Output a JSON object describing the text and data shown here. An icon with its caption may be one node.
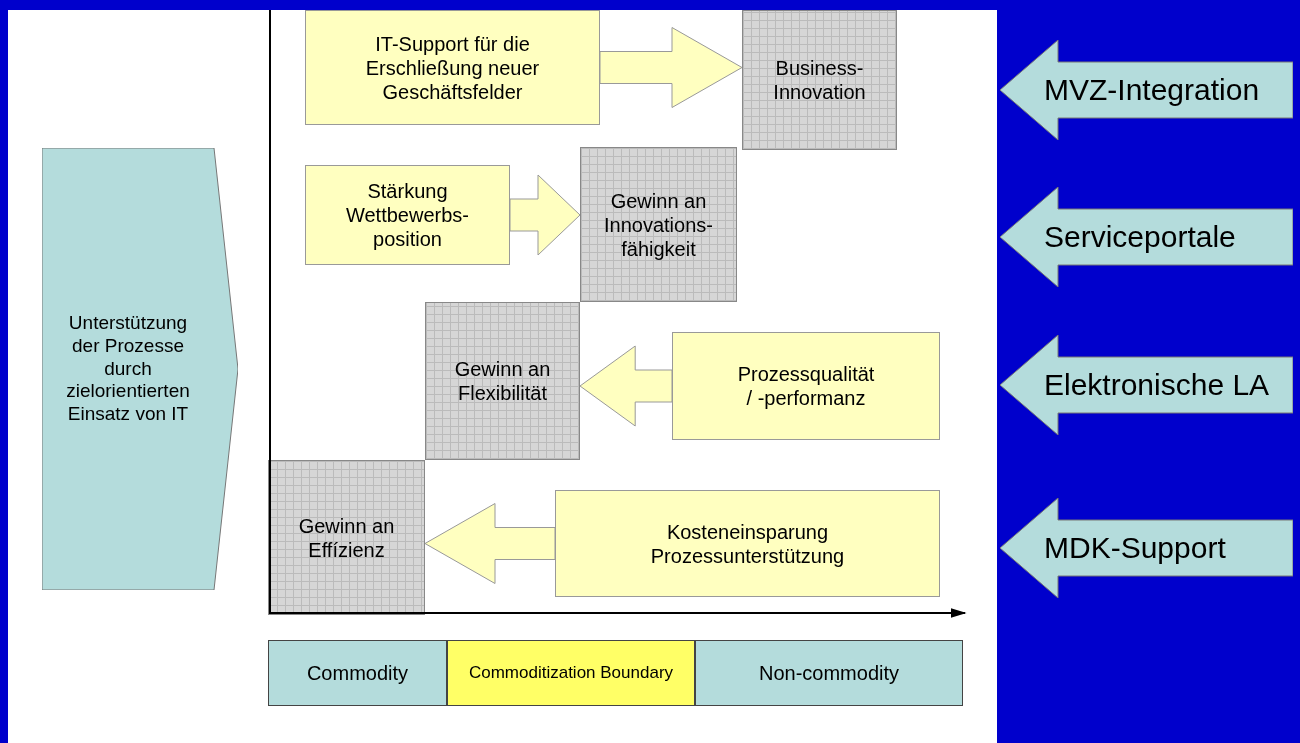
{
  "diagram": {
    "nodes": [
      {
        "text": [
          "Unterstützung der Prozesse durch zielorientierten Einsatz von IT"
        ]
      },
      {
        "text": [
          "IT-Support für die Erschließung neuer Geschäftsfelder"
        ]
      },
      {
        "text": [
          "Business- Innovation"
        ]
      },
      {
        "text": [
          "Stärkung Wettbewerbs- position"
        ]
      },
      {
        "text": [
          "Gewinn an Innovations- fähigkeit"
        ]
      },
      {
        "text": [
          "Gewinn an Flexibilität"
        ]
      },
      {
        "text": [
          "Prozessqualität / -performanz"
        ]
      },
      {
        "text": [
          "Gewinn an Effízienz"
        ]
      },
      {
        "text": [
          "Kosteneinsparung Prozessunterstützung"
        ]
      },
      {
        "text": [
          "Commodity"
        ]
      },
      {
        "text": [
          "Commoditization Boundary"
        ]
      },
      {
        "text": [
          "Non-commodity"
        ]
      },
      {
        "text": [
          "MVZ-Integration"
        ]
      },
      {
        "text": [
          "Serviceportale"
        ]
      },
      {
        "text": [
          "Elektronische LA"
        ]
      },
      {
        "text": [
          "MDK-Support"
        ]
      }
    ],
    "edges": [
      {
        "from": 1,
        "to": 2,
        "arrow": "to"
      },
      {
        "from": 3,
        "to": 4,
        "arrow": "to"
      },
      {
        "from": 6,
        "to": 5,
        "arrow": "to"
      },
      {
        "from": 8,
        "to": 7,
        "arrow": "to"
      }
    ]
  }
}
